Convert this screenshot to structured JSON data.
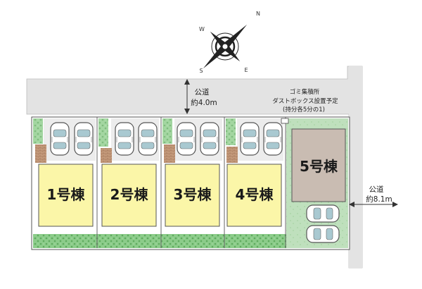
{
  "compass": {
    "n": "N",
    "s": "S",
    "e": "E",
    "w": "W"
  },
  "roads": {
    "top": {
      "name": "公道",
      "width": "約4.0m"
    },
    "right": {
      "name": "公道",
      "width": "約8.1m"
    }
  },
  "garbage": {
    "line1": "ゴミ集積所",
    "line2": "ダストボックス設置予定",
    "line3": "(持分各5分の1)"
  },
  "buildings": [
    {
      "label": "1号棟"
    },
    {
      "label": "2号棟"
    },
    {
      "label": "3号棟"
    },
    {
      "label": "4号棟"
    },
    {
      "label": "5号棟"
    }
  ],
  "colors": {
    "road": "#e3e3e3",
    "building_main": "#fbf6a8",
    "building_5": "#c9bcb2",
    "parking": "#ececec",
    "hedge": "#7cc07c",
    "lot5_ground": "#bfe0bd",
    "brick": "#b98a6a",
    "car": "#a9c9d1"
  }
}
